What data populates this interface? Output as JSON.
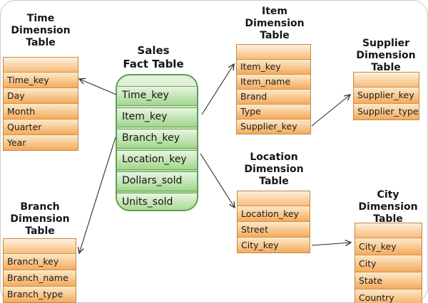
{
  "diagram_type": "snowflake-schema",
  "colors": {
    "orange_row_top": "#FCE9CA",
    "orange_row_bottom": "#F4AA5C",
    "orange_border": "#C08A43",
    "green_row_top": "#E8F5E1",
    "green_row_bottom": "#A2D68E",
    "green_border": "#619E4E",
    "arrow": "#2F2F2F",
    "title_text": "#161616",
    "frame_border": "#C9C9C9"
  },
  "tables": {
    "sales_fact": {
      "title": "Sales\nFact Table",
      "rows": [
        "Time_key",
        "Item_key",
        "Branch_key",
        "Location_key",
        "Dollars_sold",
        "Units_sold"
      ]
    },
    "time": {
      "title": "Time\nDimension\nTable",
      "rows": [
        "Time_key",
        "Day",
        "Month",
        "Quarter",
        "Year"
      ]
    },
    "item": {
      "title": "Item\nDimension\nTable",
      "rows": [
        "Item_key",
        "Item_name",
        "Brand",
        "Type",
        "Supplier_key"
      ]
    },
    "supplier": {
      "title": "Supplier\nDimension\nTable",
      "rows": [
        "Supplier_key",
        "Supplier_type"
      ]
    },
    "location": {
      "title": "Location\nDimension\nTable",
      "rows": [
        "Location_key",
        "Street",
        "City_key"
      ]
    },
    "city": {
      "title": "City\nDimension\nTable",
      "rows": [
        "City_key",
        "City",
        "State",
        "Country"
      ]
    },
    "branch": {
      "title": "Branch\nDimension\nTable",
      "rows": [
        "Branch_key",
        "Branch_name",
        "Branch_type"
      ]
    }
  },
  "relationships": [
    {
      "from": "sales_fact.Time_key",
      "to": "time.Time_key"
    },
    {
      "from": "sales_fact.Item_key",
      "to": "item.Item_key"
    },
    {
      "from": "sales_fact.Branch_key",
      "to": "branch.Branch_key"
    },
    {
      "from": "sales_fact.Location_key",
      "to": "location.Location_key"
    },
    {
      "from": "item.Supplier_key",
      "to": "supplier.Supplier_key"
    },
    {
      "from": "location.City_key",
      "to": "city.City_key"
    }
  ]
}
